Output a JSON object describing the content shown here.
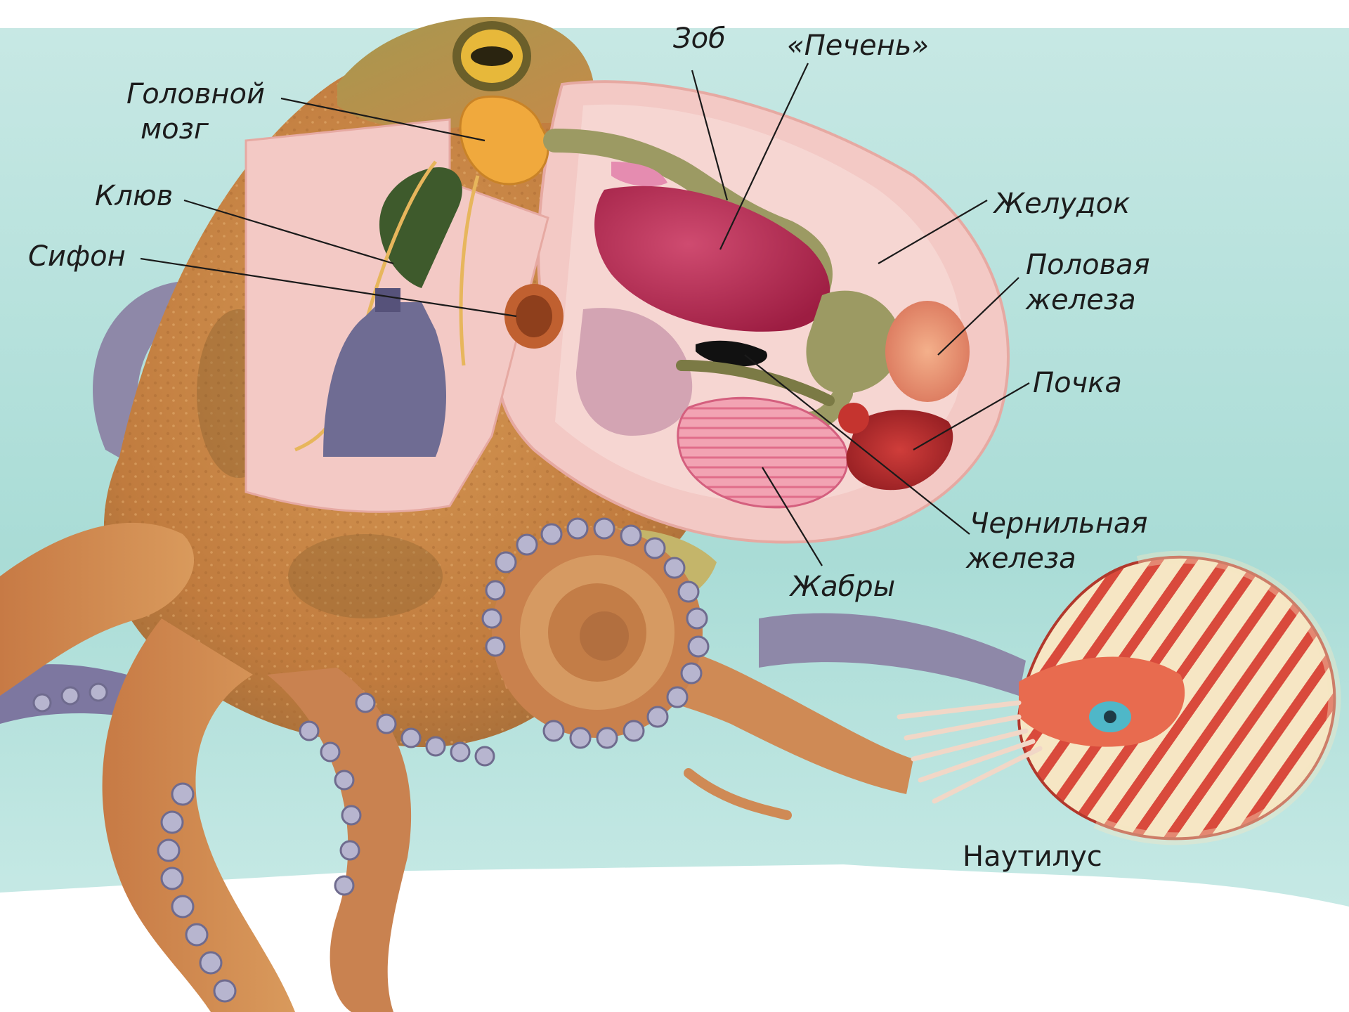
{
  "labels": {
    "brain": [
      "Головной",
      "мозг"
    ],
    "beak": "Клюв",
    "siphon": "Сифон",
    "crop": "Зоб",
    "liver": "«Печень»",
    "stomach": "Желудок",
    "gonad": [
      "Половая",
      "железа"
    ],
    "kidney": "Почка",
    "ink_gland": [
      "Чернильная",
      "железа"
    ],
    "gills": "Жабры",
    "nautilus": "Наутилус"
  },
  "colors": {
    "water": "#a9dcd6",
    "body": "#c9894b",
    "cavity": "#f3c9c5",
    "liver": "#b8284f",
    "gut": "#9c9a63",
    "beak": "#3e5a2c",
    "siphon_tube": "#6f6c93",
    "suckers": "#b7b5cf"
  }
}
